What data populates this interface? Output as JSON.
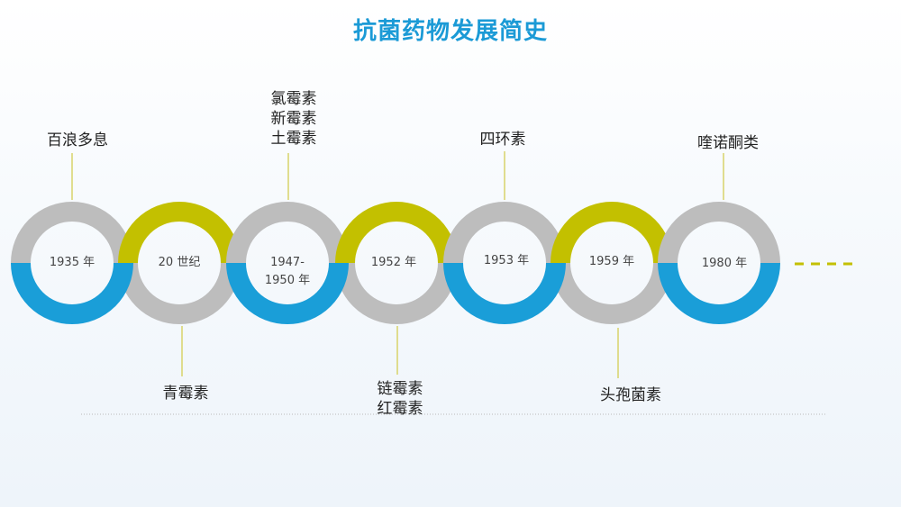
{
  "title": "抗菌药物发展简史",
  "colors": {
    "title": "#1b9ad6",
    "blue": "#1a9ed8",
    "gray": "#bdbdbd",
    "olive": "#c3c000",
    "connector": "#d8d36a"
  },
  "timeline": [
    {
      "year": "1935 年",
      "drug": [
        "百浪多息"
      ],
      "label_position": "top",
      "top_color": "gray",
      "bottom_color": "blue"
    },
    {
      "year": "20 世纪",
      "drug": [
        "青霉素"
      ],
      "label_position": "bottom",
      "top_color": "olive",
      "bottom_color": "gray"
    },
    {
      "year": "1947-\n1950 年",
      "year_lines": [
        "1947-",
        "1950 年"
      ],
      "drug": [
        "氯霉素",
        "新霉素",
        "土霉素"
      ],
      "label_position": "top",
      "top_color": "gray",
      "bottom_color": "blue"
    },
    {
      "year": "1952 年",
      "drug": [
        "链霉素",
        "红霉素"
      ],
      "label_position": "bottom",
      "top_color": "olive",
      "bottom_color": "gray"
    },
    {
      "year": "1953 年",
      "drug": [
        "四环素"
      ],
      "label_position": "top",
      "top_color": "gray",
      "bottom_color": "blue"
    },
    {
      "year": "1959 年",
      "drug": [
        "头孢菌素"
      ],
      "label_position": "bottom",
      "top_color": "olive",
      "bottom_color": "gray"
    },
    {
      "year": "1980 年",
      "drug": [
        "喹诺酮类"
      ],
      "label_position": "top",
      "top_color": "gray",
      "bottom_color": "blue"
    }
  ]
}
